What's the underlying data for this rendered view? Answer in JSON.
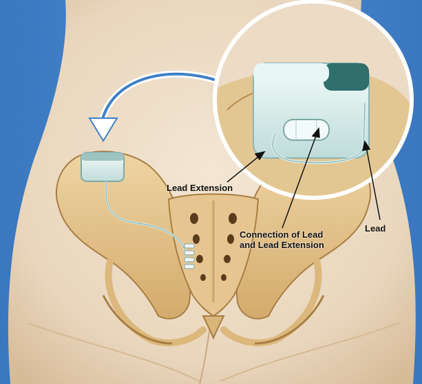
{
  "labels": {
    "lead_extension": "Lead Extension",
    "connection_line1": "Connection of Lead",
    "connection_line2": "and Lead Extension",
    "lead": "Lead"
  },
  "colors": {
    "background": "#3f7fc8",
    "skin": "#ecdcc6",
    "bone": "#e2c08a",
    "bone_dark": "#b98c4f",
    "device": "#d8ecea",
    "device_header": "#2f6f6c"
  }
}
